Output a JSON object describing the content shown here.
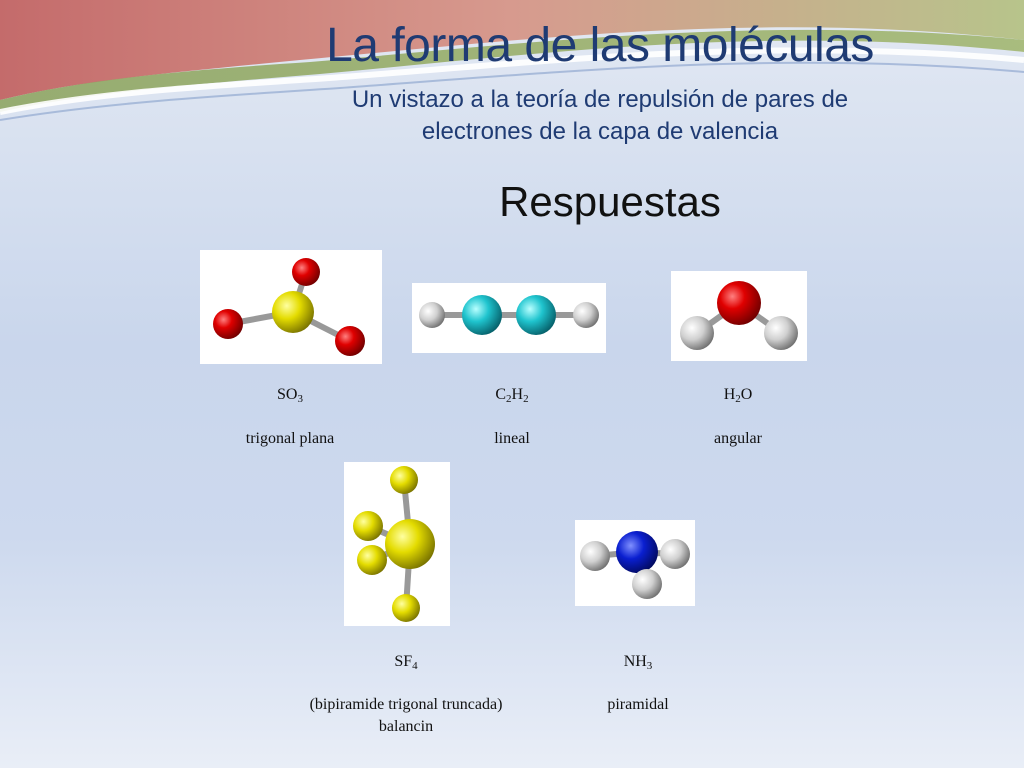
{
  "slide": {
    "title": "La forma de las moléculas",
    "subtitle_line1": "Un vistazo a la teoría de repulsión de pares de",
    "subtitle_line2": "electrones de la capa de valencia",
    "heading": "Respuestas"
  },
  "molecules": [
    {
      "formula_parts": [
        "SO",
        "3"
      ],
      "shape": "trigonal plana",
      "icon": "so3-molecule-model-icon"
    },
    {
      "formula_parts": [
        "C",
        "2",
        "H",
        "2"
      ],
      "shape": "lineal",
      "icon": "c2h2-molecule-model-icon"
    },
    {
      "formula_parts": [
        "H",
        "2",
        "O"
      ],
      "shape": "angular",
      "icon": "h2o-molecule-model-icon"
    },
    {
      "formula_parts": [
        "SF",
        "4"
      ],
      "shape": "(bipiramide trigonal truncada)",
      "shape2": "balancin",
      "icon": "sf4-molecule-model-icon"
    },
    {
      "formula_parts": [
        "NH",
        "3"
      ],
      "shape": "piramidal",
      "icon": "nh3-molecule-model-icon"
    }
  ],
  "colors": {
    "title": "#1f3b73",
    "oxygen": "#d40000",
    "sulfur": "#e6e000",
    "carbon": "#22c6cf",
    "hydrogen": "#d8d8d8",
    "nitrogen": "#0a1fd0"
  }
}
